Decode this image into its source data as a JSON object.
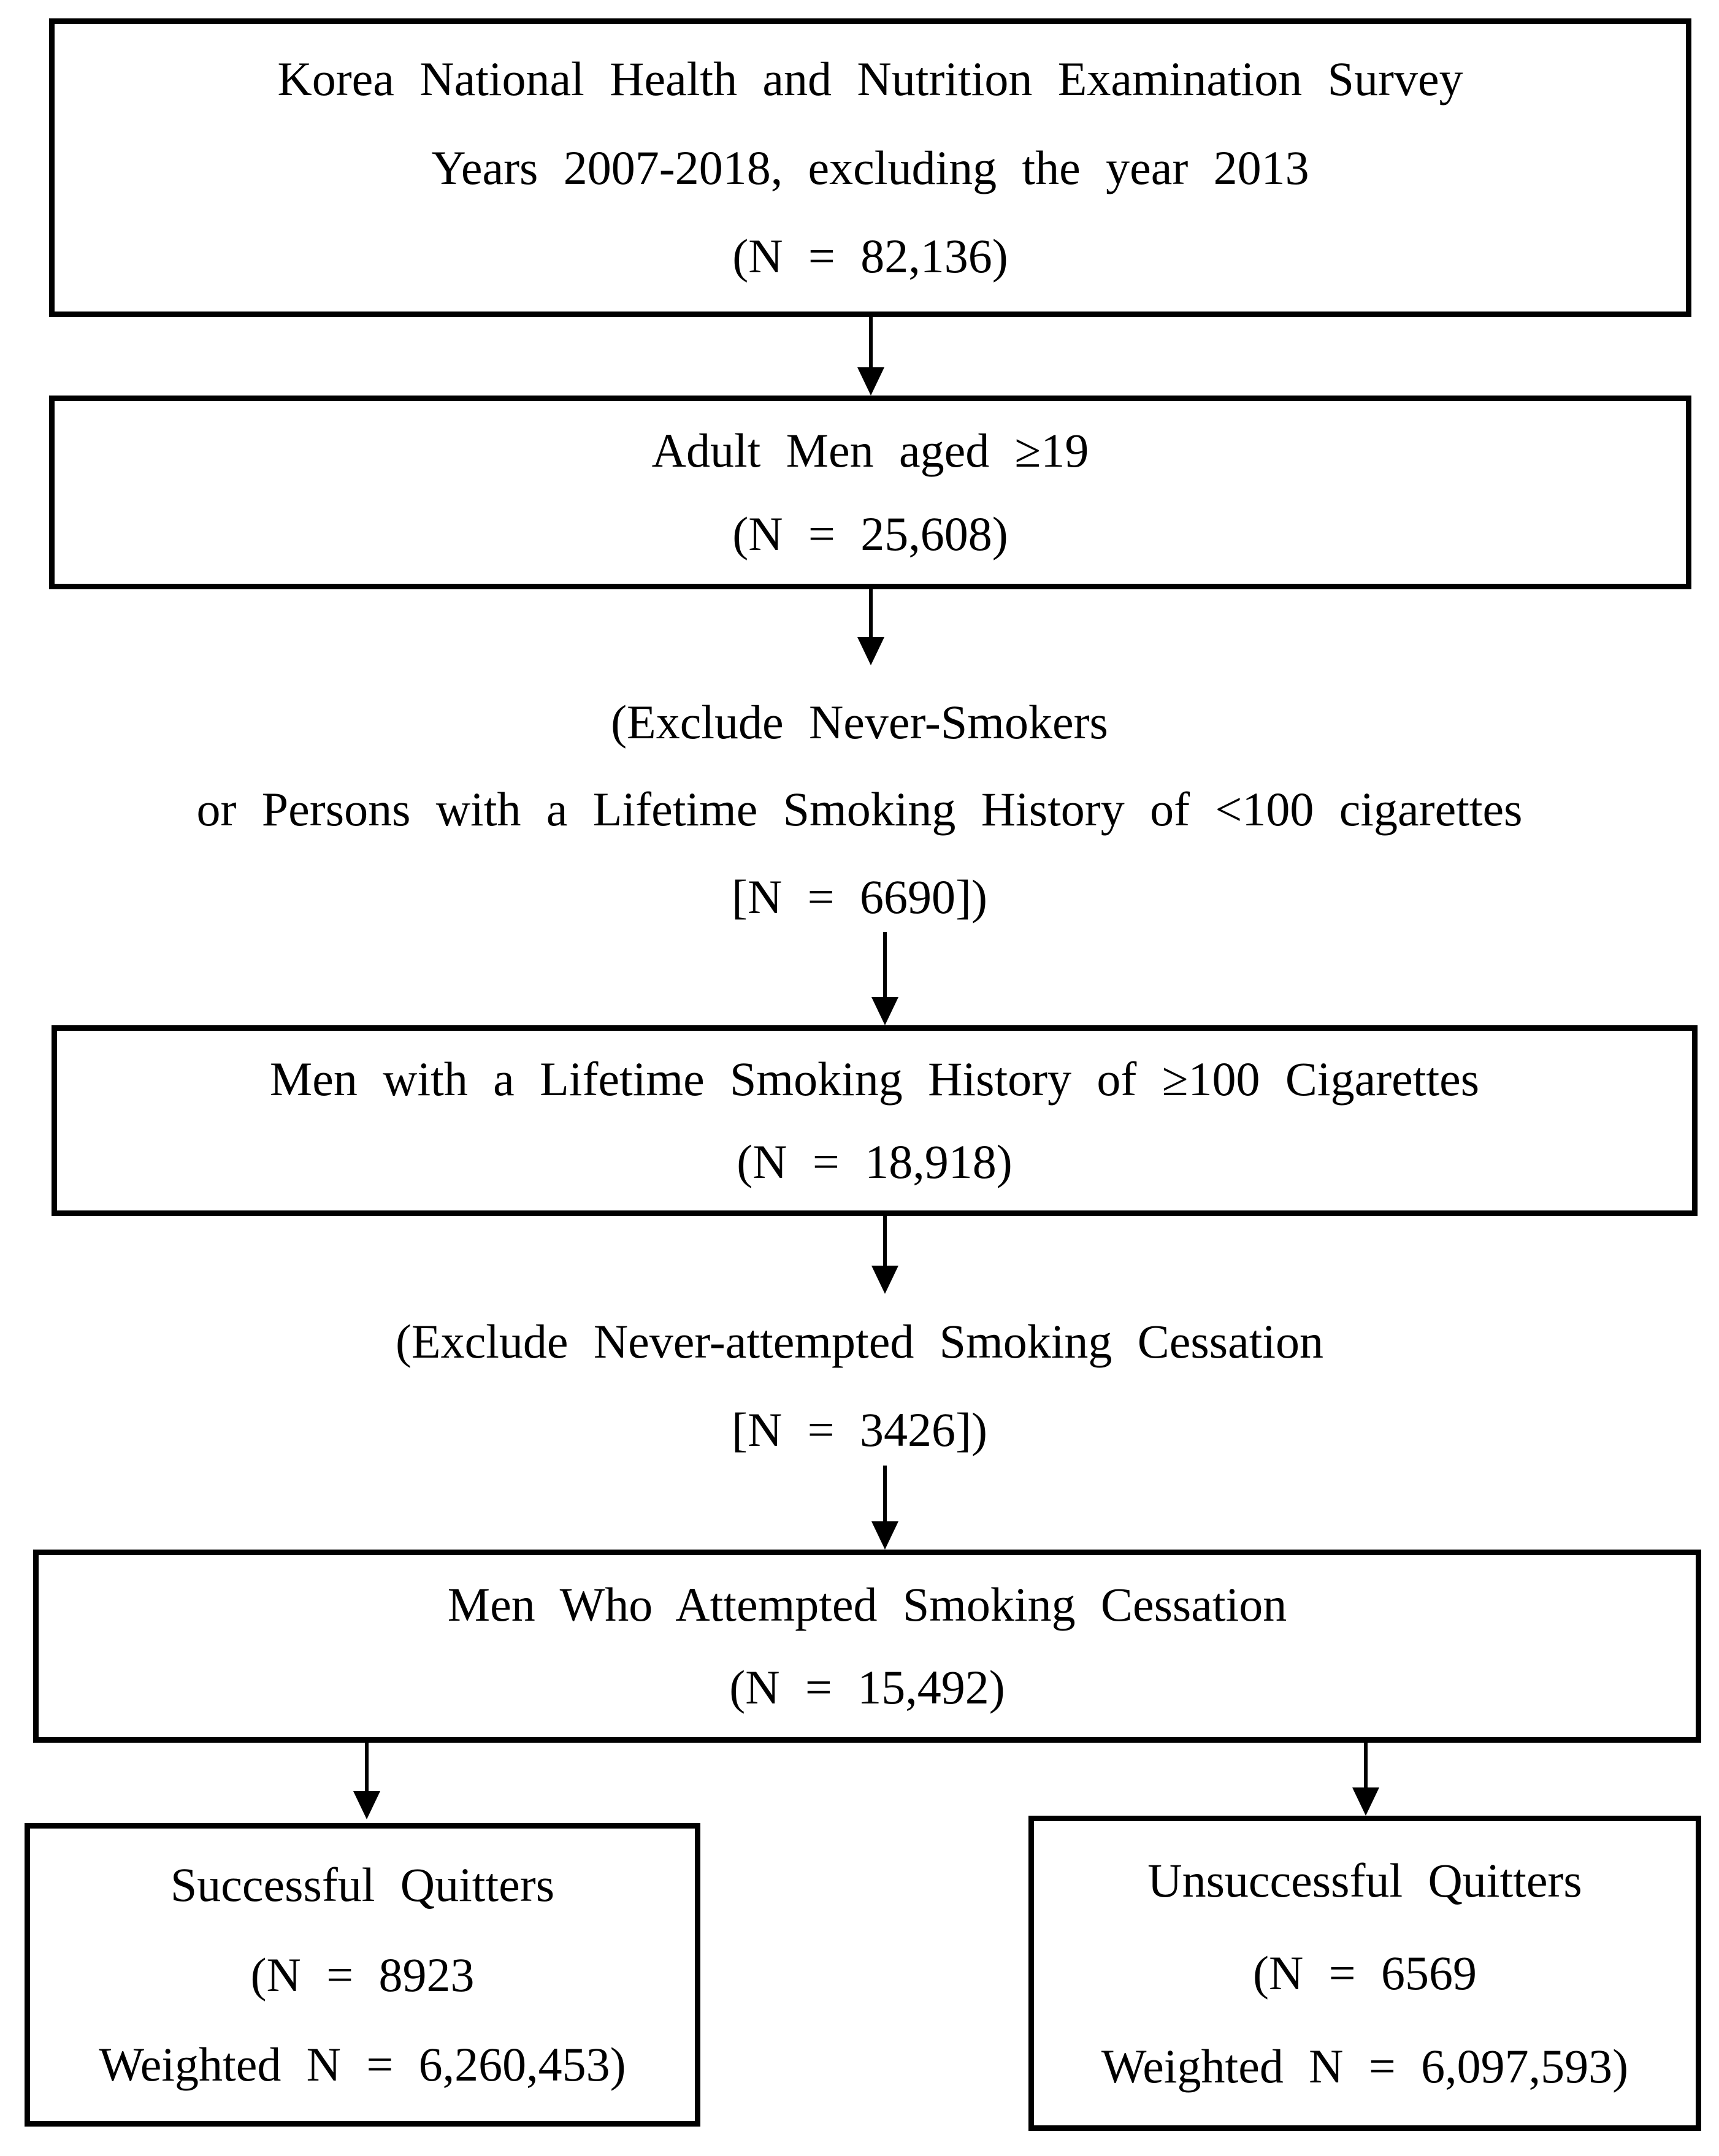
{
  "figure": {
    "background_color": "#ffffff",
    "text_color": "#000000",
    "border_color": "#000000"
  },
  "nodes": [
    {
      "id": "survey",
      "kind": "box",
      "lines": [
        "Korea National Health and Nutrition Examination Survey",
        "Years 2007-2018, excluding the year 2013",
        "(N = 82,136)"
      ]
    },
    {
      "id": "adult-men",
      "kind": "box",
      "lines": [
        "Adult Men aged ≥19",
        "(N = 25,608)"
      ]
    },
    {
      "id": "exclude-never-smokers",
      "kind": "note",
      "lines": [
        "(Exclude Never-Smokers",
        "or Persons with a Lifetime Smoking History of <100 cigarettes",
        "[N = 6690])"
      ]
    },
    {
      "id": "smoking-history",
      "kind": "box",
      "lines": [
        "Men with a Lifetime Smoking History of ≥100 Cigarettes",
        "(N = 18,918)"
      ]
    },
    {
      "id": "exclude-never-attempted",
      "kind": "note",
      "lines": [
        "(Exclude Never-attempted Smoking Cessation",
        "[N = 3426])"
      ]
    },
    {
      "id": "attempted-cessation",
      "kind": "box",
      "lines": [
        "Men Who Attempted Smoking Cessation",
        "(N = 15,492)"
      ]
    },
    {
      "id": "successful-quitters",
      "kind": "box",
      "lines": [
        "Successful Quitters",
        "(N = 8923",
        "Weighted N = 6,260,453)"
      ]
    },
    {
      "id": "unsuccessful-quitters",
      "kind": "box",
      "lines": [
        "Unsuccessful Quitters",
        "(N = 6569",
        "Weighted N = 6,097,593)"
      ]
    }
  ],
  "edges": [
    {
      "from": "survey",
      "to": "adult-men"
    },
    {
      "from": "adult-men",
      "to": "exclude-never-smokers"
    },
    {
      "from": "exclude-never-smokers",
      "to": "smoking-history"
    },
    {
      "from": "smoking-history",
      "to": "exclude-never-attempted"
    },
    {
      "from": "exclude-never-attempted",
      "to": "attempted-cessation"
    },
    {
      "from": "attempted-cessation",
      "to": "successful-quitters"
    },
    {
      "from": "attempted-cessation",
      "to": "unsuccessful-quitters"
    }
  ]
}
